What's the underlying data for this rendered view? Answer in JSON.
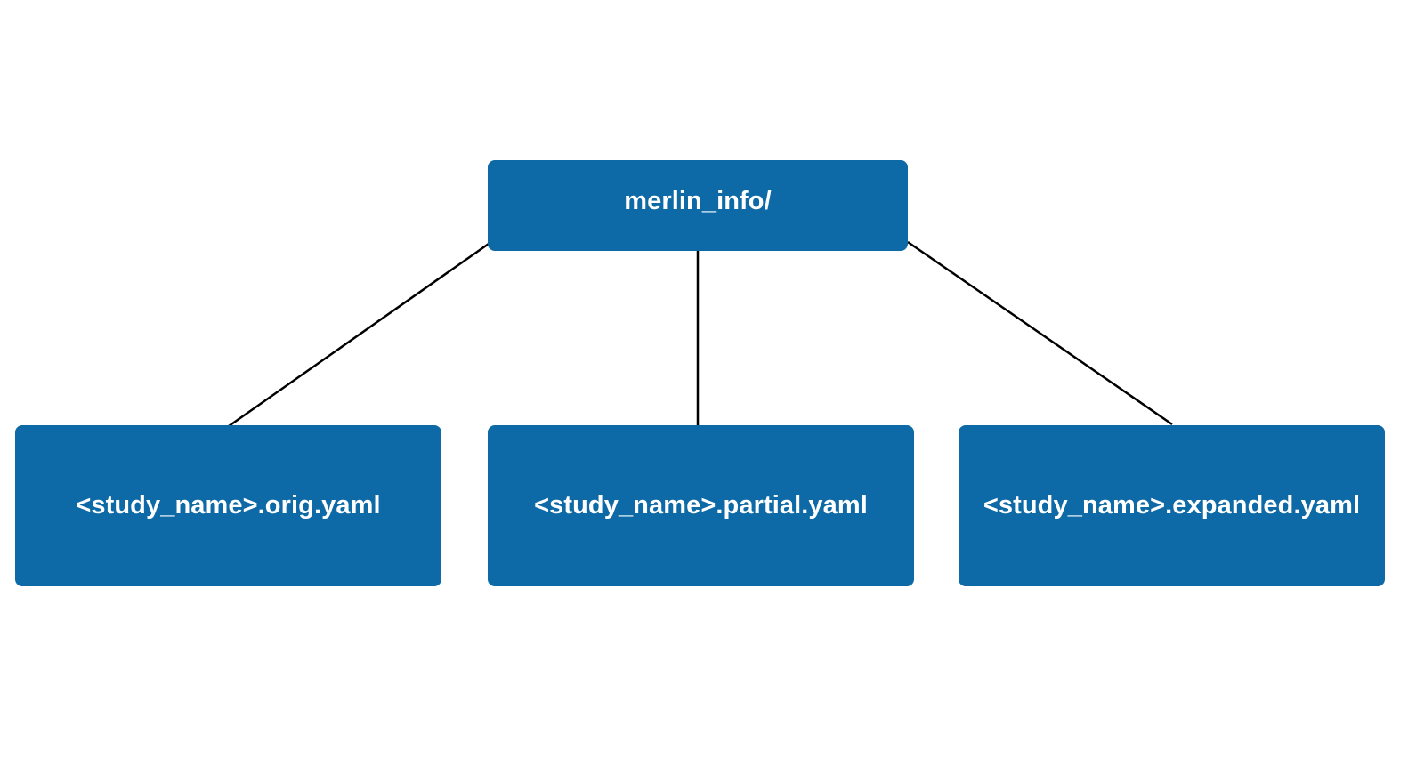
{
  "diagram": {
    "root": {
      "label": "merlin_info/"
    },
    "children": [
      {
        "label": "<study_name>.orig.yaml"
      },
      {
        "label": "<study_name>.partial.yaml"
      },
      {
        "label": "<study_name>.expanded.yaml"
      }
    ],
    "colors": {
      "node_fill": "#0d6aa6",
      "node_text": "#ffffff",
      "connector": "#000000",
      "background": "#ffffff"
    }
  }
}
